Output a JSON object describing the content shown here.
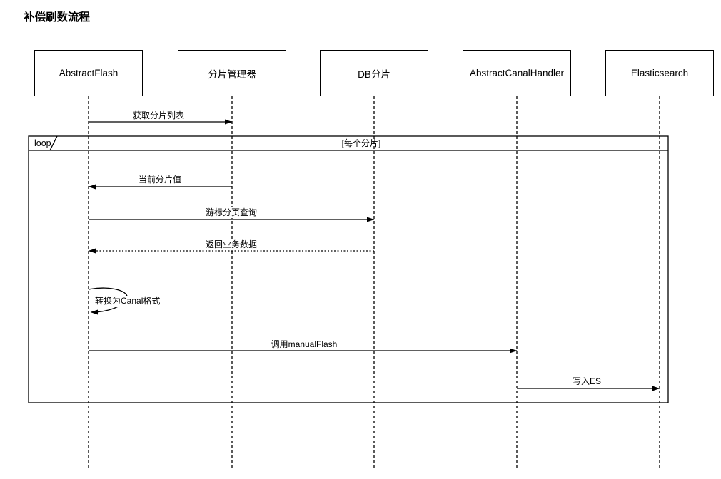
{
  "title": "补偿刷数流程",
  "colors": {
    "stroke": "#000000",
    "background": "#ffffff"
  },
  "participants": [
    {
      "label": "AbstractFlash"
    },
    {
      "label": "分片管理器"
    },
    {
      "label": "DB分片"
    },
    {
      "label": "AbstractCanalHandler"
    },
    {
      "label": "Elasticsearch"
    }
  ],
  "loop_fragment": {
    "operator": "loop",
    "guard": "[每个分片]"
  },
  "messages": [
    {
      "label": "获取分片列表",
      "from": "AbstractFlash",
      "to": "分片管理器",
      "line": "solid"
    },
    {
      "label": "当前分片值",
      "from": "分片管理器",
      "to": "AbstractFlash",
      "line": "solid"
    },
    {
      "label": "游标分页查询",
      "from": "AbstractFlash",
      "to": "DB分片",
      "line": "solid"
    },
    {
      "label": "返回业务数据",
      "from": "DB分片",
      "to": "AbstractFlash",
      "line": "dotted"
    },
    {
      "label": "转换为Canal格式",
      "from": "AbstractFlash",
      "to": "AbstractFlash",
      "line": "self"
    },
    {
      "label": "调用manualFlash",
      "from": "AbstractFlash",
      "to": "AbstractCanalHandler",
      "line": "solid"
    },
    {
      "label": "写入ES",
      "from": "AbstractCanalHandler",
      "to": "Elasticsearch",
      "line": "solid"
    }
  ]
}
